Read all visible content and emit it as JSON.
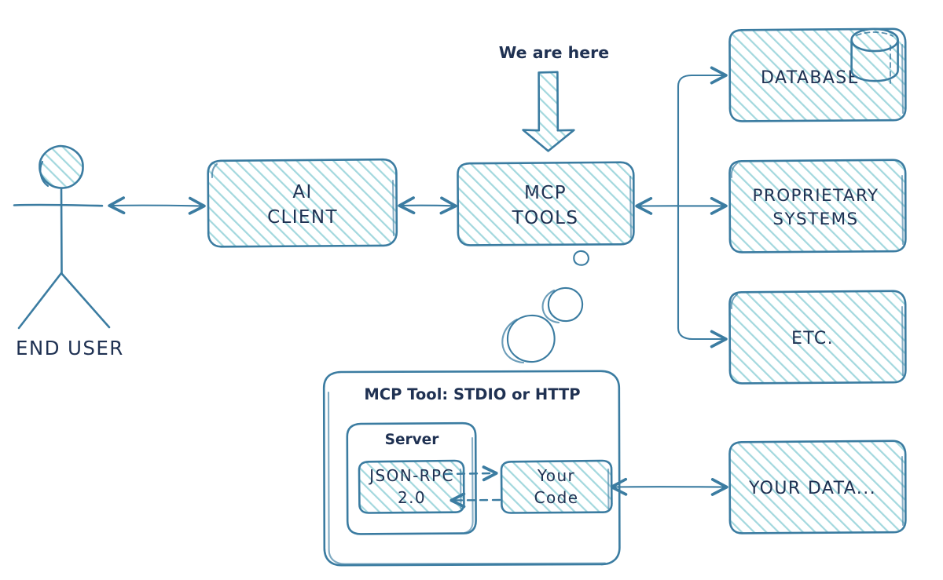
{
  "diagram": {
    "title_note": "We are here",
    "actor": {
      "label": "END USER",
      "icon": "stick-figure-icon"
    },
    "nodes": {
      "ai_client": {
        "label_line1": "AI",
        "label_line2": "CLIENT"
      },
      "mcp_tools": {
        "label_line1": "MCP",
        "label_line2": "TOOLS"
      },
      "database": {
        "label": "DATABASE",
        "icon": "cylinder-database-icon"
      },
      "proprietary": {
        "label_line1": "PROPRIETARY",
        "label_line2": "SYSTEMS"
      },
      "etc": {
        "label": "ETC."
      },
      "your_data": {
        "label": "YOUR DATA..."
      }
    },
    "detail_panel": {
      "title": "MCP Tool: STDIO or HTTP",
      "server": {
        "title": "Server"
      },
      "json_rpc": {
        "label_line1": "JSON-RPC",
        "label_line2": "2.0"
      },
      "your_code": {
        "label_line1": "Your",
        "label_line2": "Code"
      }
    },
    "colors": {
      "stroke": "#3b7ca1",
      "hatch": "#a3d8de",
      "text": "#1f3152",
      "background": "#ffffff"
    }
  }
}
